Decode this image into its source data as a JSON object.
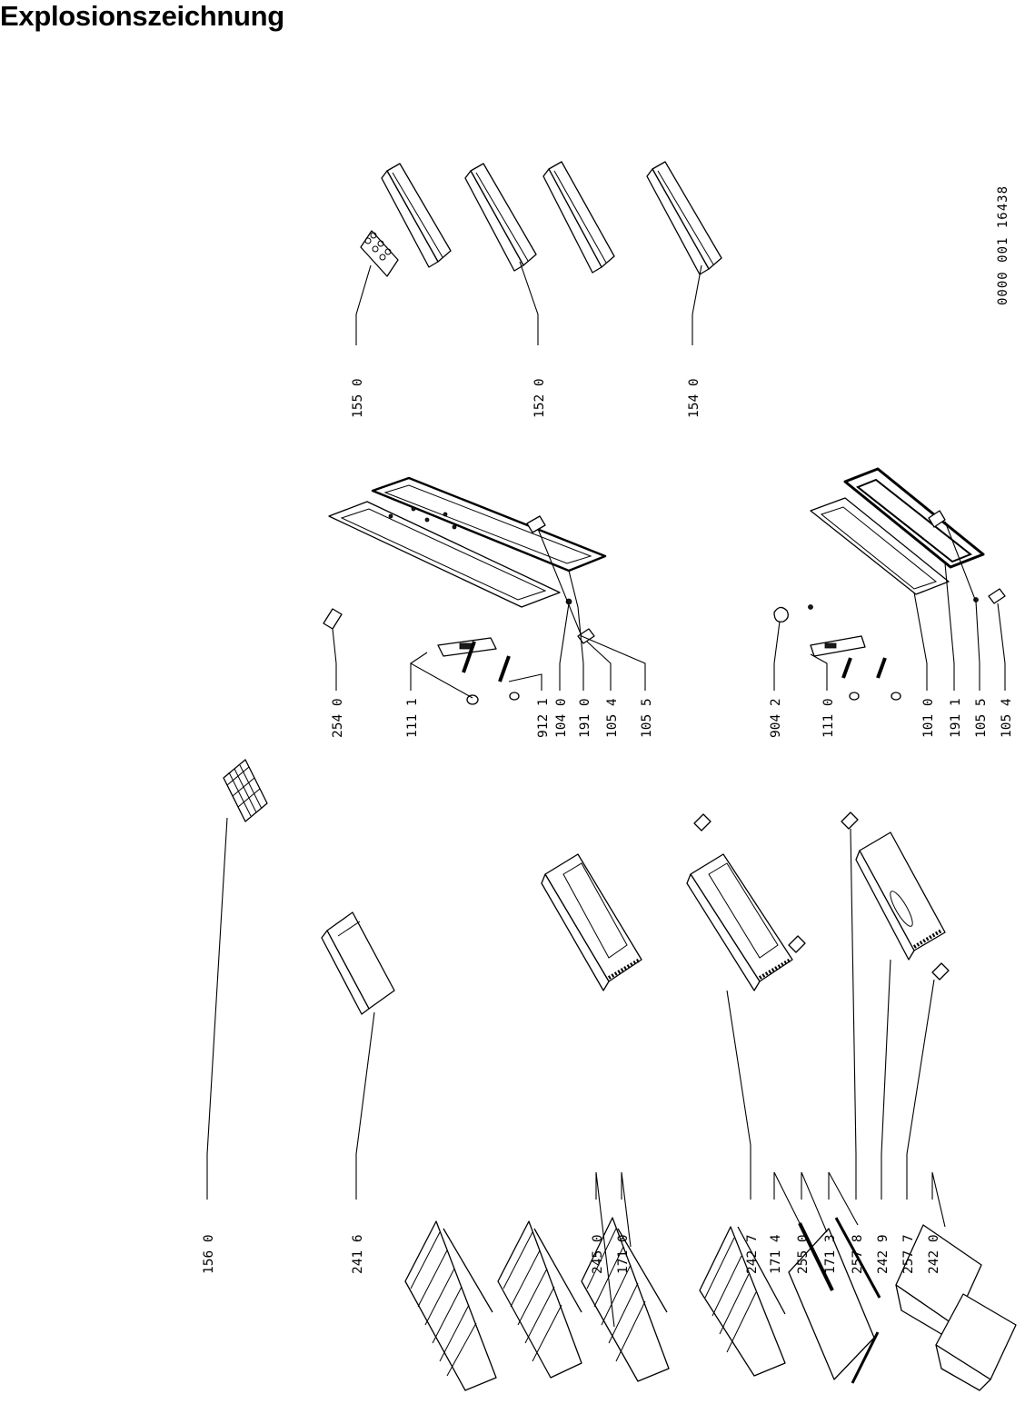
{
  "page": {
    "title": "Explosionszeichnung",
    "document_number": "0000 001 16438"
  },
  "labels": [
    {
      "id": "l1550",
      "text": "155 0"
    },
    {
      "id": "l1520",
      "text": "152 0"
    },
    {
      "id": "l1540",
      "text": "154 0"
    },
    {
      "id": "l2540",
      "text": "254 0"
    },
    {
      "id": "l1111",
      "text": "111 1"
    },
    {
      "id": "l9121",
      "text": "912 1"
    },
    {
      "id": "l1040",
      "text": "104 0"
    },
    {
      "id": "l1910",
      "text": "191 0"
    },
    {
      "id": "l1054a",
      "text": "105 4"
    },
    {
      "id": "l1055a",
      "text": "105 5"
    },
    {
      "id": "l9042",
      "text": "904 2"
    },
    {
      "id": "l1110",
      "text": "111 0"
    },
    {
      "id": "l1010",
      "text": "101 0"
    },
    {
      "id": "l1911",
      "text": "191 1"
    },
    {
      "id": "l1055b",
      "text": "105 5"
    },
    {
      "id": "l1054b",
      "text": "105 4"
    },
    {
      "id": "l1560",
      "text": "156 0"
    },
    {
      "id": "l2416",
      "text": "241 6"
    },
    {
      "id": "l2450",
      "text": "245 0"
    },
    {
      "id": "l1710",
      "text": "171 0"
    },
    {
      "id": "l2427",
      "text": "242 7"
    },
    {
      "id": "l1714",
      "text": "171 4"
    },
    {
      "id": "l2550",
      "text": "255 0"
    },
    {
      "id": "l1713",
      "text": "171 3"
    },
    {
      "id": "l2578",
      "text": "257 8"
    },
    {
      "id": "l2429",
      "text": "242 9"
    },
    {
      "id": "l2577",
      "text": "257 7"
    },
    {
      "id": "l2420",
      "text": "242 0"
    }
  ]
}
